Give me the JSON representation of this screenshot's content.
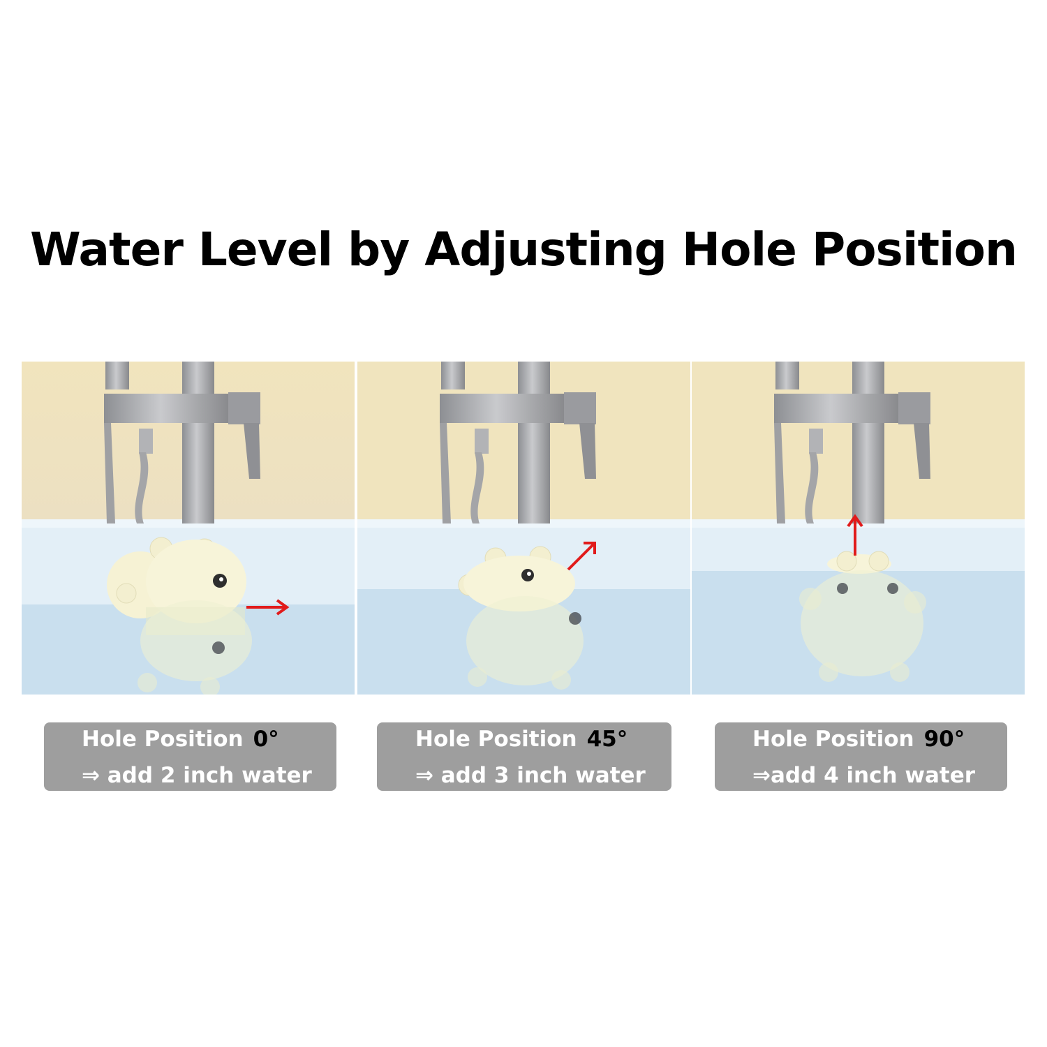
{
  "title": "Water Level by Adjusting Hole Position",
  "panels": [
    {
      "label": "Hole Position",
      "angle": "0°",
      "result": "⇒ add 2 inch water",
      "arrow_icon": "arrow-right-icon"
    },
    {
      "label": "Hole Position",
      "angle": "45°",
      "result": "⇒ add 3 inch water",
      "arrow_icon": "arrow-up-right-icon"
    },
    {
      "label": "Hole Position",
      "angle": "90°",
      "result": "⇒add 4 inch water",
      "arrow_icon": "arrow-up-icon"
    }
  ],
  "colors": {
    "wall": "#f3e7c2",
    "tub": "#e2eff8",
    "water": "#cbe1ef",
    "toy": "#f6f3d6",
    "arrow": "#e11b1b",
    "caption_bg": "#9e9e9e",
    "caption_text": "#ffffff"
  }
}
